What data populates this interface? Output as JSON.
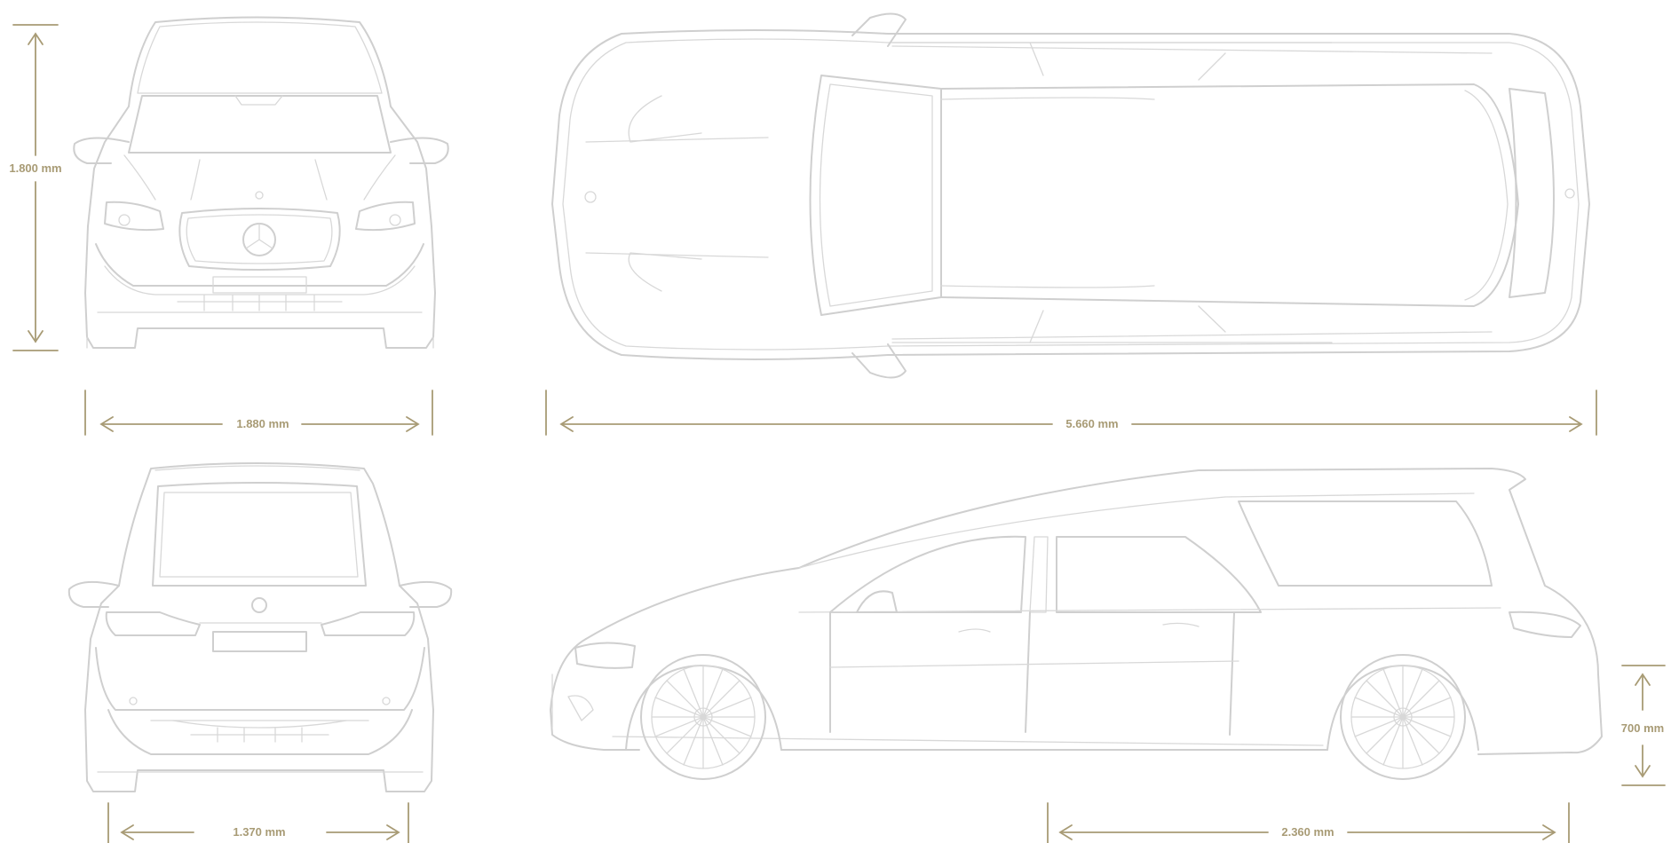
{
  "accent_color": "#a89b75",
  "line_color": "#cfcfcf",
  "views": [
    "front",
    "top",
    "rear",
    "side"
  ],
  "dimensions": {
    "height": "1.800 mm",
    "width": "1.880 mm",
    "length": "5.660 mm",
    "track": "1.370 mm",
    "rear_section": "2.360 mm",
    "rear_height": "700 mm"
  }
}
